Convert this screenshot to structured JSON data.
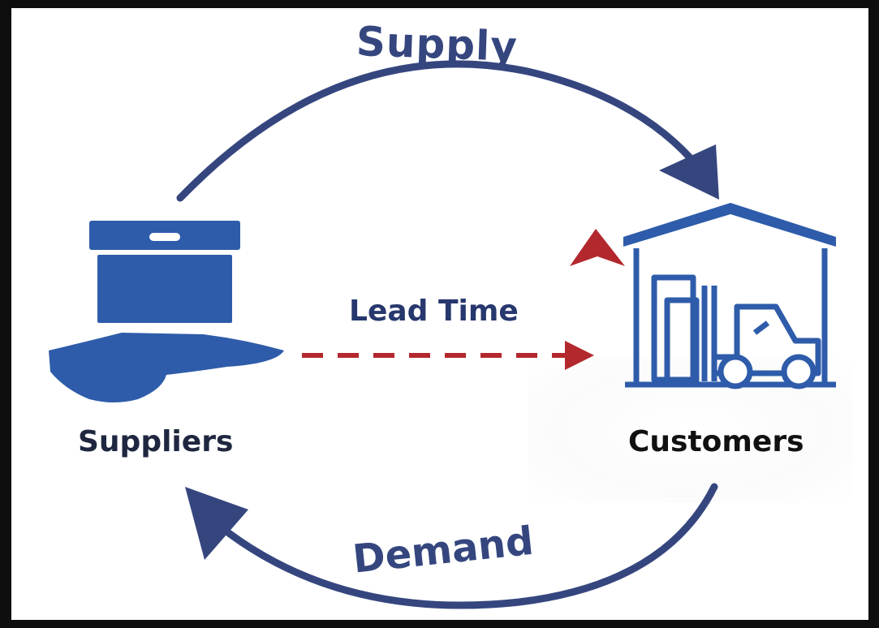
{
  "labels": {
    "supply": "Supply",
    "demand": "Demand",
    "lead_time": "Lead Time",
    "suppliers": "Suppliers",
    "customers": "Customers"
  },
  "colors": {
    "navy": "#35467f",
    "blue_icon": "#2e5caa",
    "red": "#b3282d"
  },
  "icons": {
    "suppliers": "hand-holding-box-icon",
    "customers": "warehouse-forklift-icon"
  }
}
